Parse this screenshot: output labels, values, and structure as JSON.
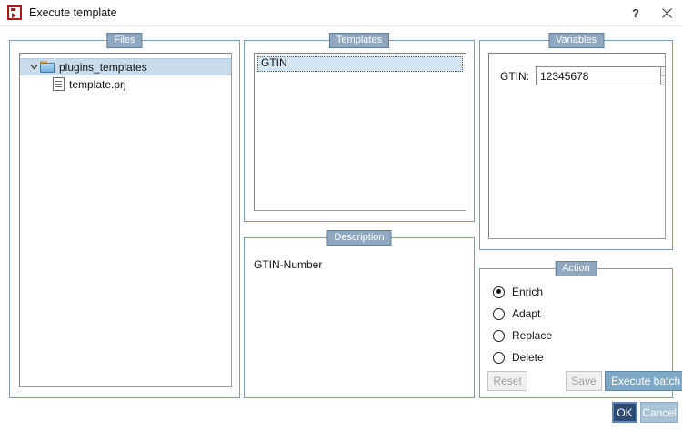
{
  "window": {
    "title": "Execute template",
    "icon": "execute-template-icon",
    "help_label": "?",
    "close_label": "✕"
  },
  "files": {
    "legend": "Files",
    "tree": [
      {
        "label": "plugins_templates",
        "icon": "folder-icon",
        "expanded": true,
        "selected": true,
        "depth": 0
      },
      {
        "label": "template.prj",
        "icon": "document-icon",
        "expanded": false,
        "selected": false,
        "depth": 1
      }
    ]
  },
  "templates": {
    "legend": "Templates",
    "items": [
      {
        "label": "GTIN",
        "selected": true
      }
    ]
  },
  "description": {
    "legend": "Description",
    "text": "GTIN-Number"
  },
  "variables": {
    "legend": "Variables",
    "fields": [
      {
        "label": "GTIN:",
        "value": "12345678",
        "type": "spinner"
      }
    ]
  },
  "action": {
    "legend": "Action",
    "options": [
      {
        "label": "Enrich",
        "selected": true
      },
      {
        "label": "Adapt",
        "selected": false
      },
      {
        "label": "Replace",
        "selected": false
      },
      {
        "label": "Delete",
        "selected": false
      }
    ],
    "reset_label": "Reset",
    "save_label": "Save",
    "execute_label": "Execute batch"
  },
  "footer": {
    "ok_label": "OK",
    "cancel_label": "Cancel"
  },
  "colors": {
    "legend_badge": "#8fa8c0",
    "group_border": "#7a9cb8",
    "selection": "#c9dcec",
    "primary_button": "#7fa8c6",
    "ok_button": "#2c4a72",
    "cancel_button": "#a8c2d6",
    "icon_red": "#b01818"
  }
}
